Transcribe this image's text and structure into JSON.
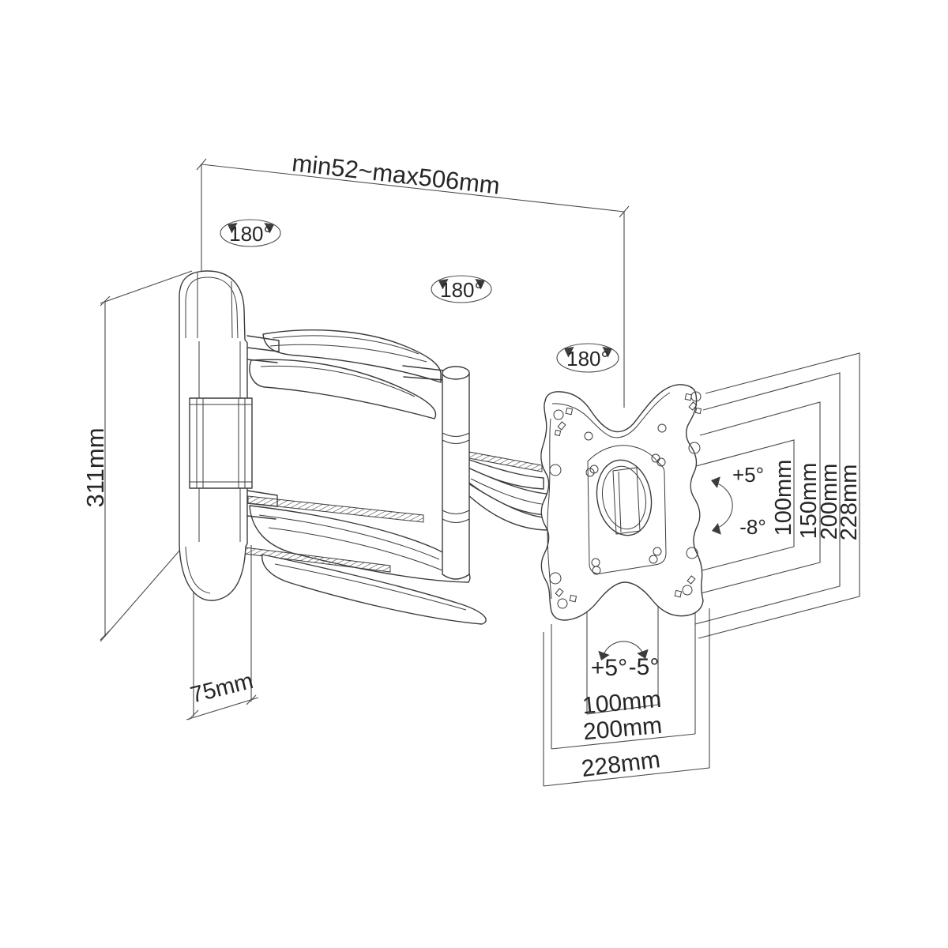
{
  "drawing": {
    "background": "#ffffff",
    "line_color": "#3c3c3c",
    "text_color": "#262626",
    "subject": "full-motion TV wall mount bracket dimension diagram"
  },
  "labels": {
    "extension_range": "min52~max506mm",
    "swivel_angle": "180°",
    "wall_plate_height": "311mm",
    "wall_plate_width": "75mm",
    "tilt_up": "+5°",
    "tilt_down": "-8°",
    "rotate_plus": "+5°",
    "rotate_minus": "-5°",
    "vesa_vertical": [
      "100mm",
      "150mm",
      "200mm",
      "228mm"
    ],
    "vesa_horizontal": [
      "100mm",
      "200mm",
      "228mm"
    ]
  }
}
